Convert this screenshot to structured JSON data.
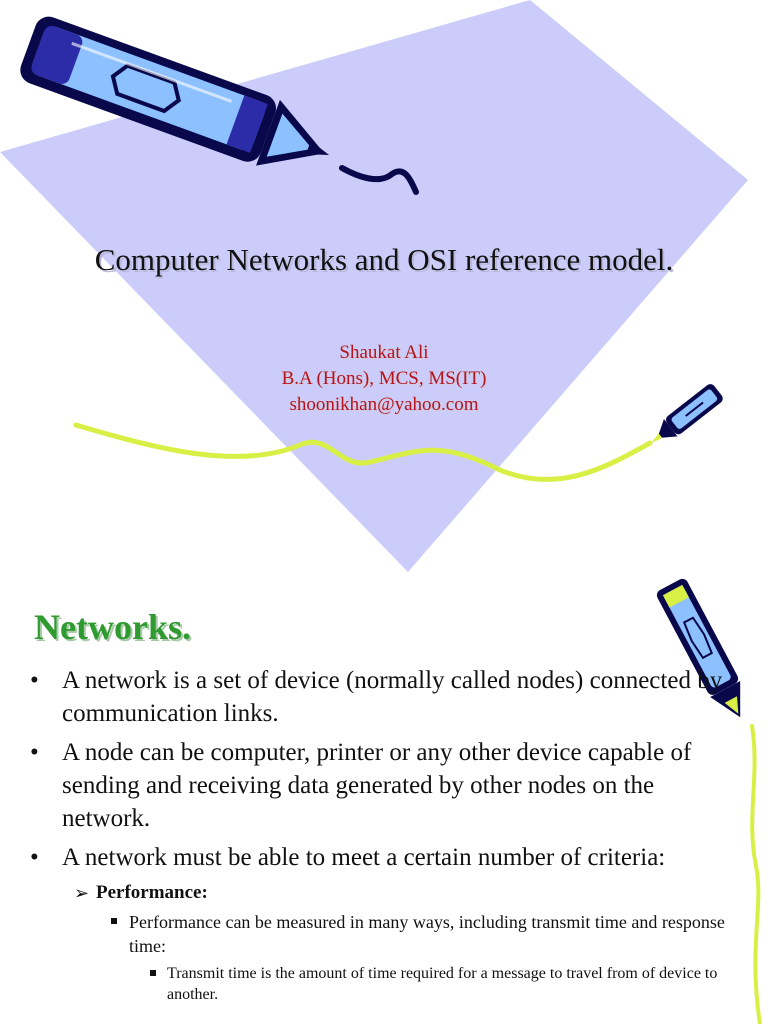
{
  "slide1": {
    "title": "Computer Networks and OSI reference model.",
    "author": {
      "name": "Shaukat Ali",
      "degrees": "B.A (Hons), MCS, MS(IT)",
      "email": "shoonikhan@yahoo.com"
    }
  },
  "slide2": {
    "heading": "Networks.",
    "bullets": [
      "A network is a set of device (normally called nodes) connected by communication links.",
      "A node can be computer, printer or any other device capable of sending and receiving data generated by other nodes on the network.",
      "A network must be able to meet a certain number of criteria:"
    ],
    "criterion": "Performance:",
    "sub_point": "Performance can be measured in many ways, including transmit time and response time:",
    "sub_sub_point": "Transmit time is the amount of time required for a message to travel from of device to another."
  },
  "colors": {
    "diamond": "#ccccfa",
    "title_shadow": "#b8b8dc",
    "author_text": "#b4141e",
    "heading": "#2f9a2f",
    "squiggle": "#d8f046",
    "pen_body": "#8cc0ff",
    "pen_outline": "#08084a"
  },
  "icons": [
    "pen-clipart-large",
    "pen-clipart-small",
    "pen-clipart-vertical",
    "yellow-squiggle-line"
  ]
}
